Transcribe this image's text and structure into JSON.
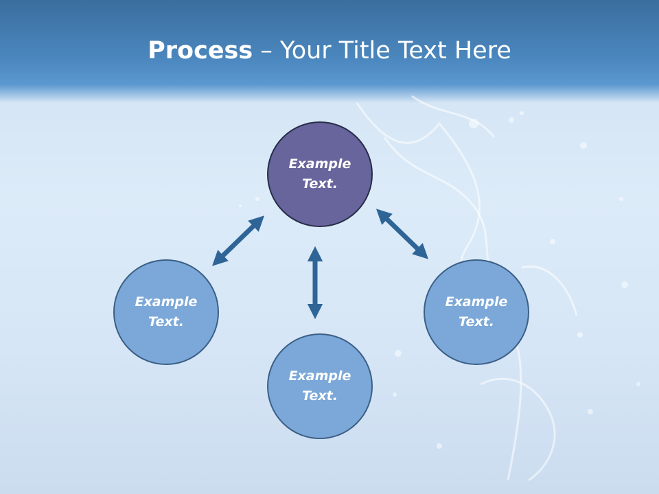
{
  "slide": {
    "title_bold": "Process",
    "title_rest": " – Your Title Text Here"
  },
  "diagram": {
    "nodes": {
      "top": "Example\nText.",
      "left": "Example\nText.",
      "right": "Example\nText.",
      "bottom": "Example\nText."
    }
  },
  "colors": {
    "header": "#4a86bd",
    "node_primary": "#67659c",
    "node_secondary": "#7ba8d8",
    "arrow": "#2f6596"
  }
}
